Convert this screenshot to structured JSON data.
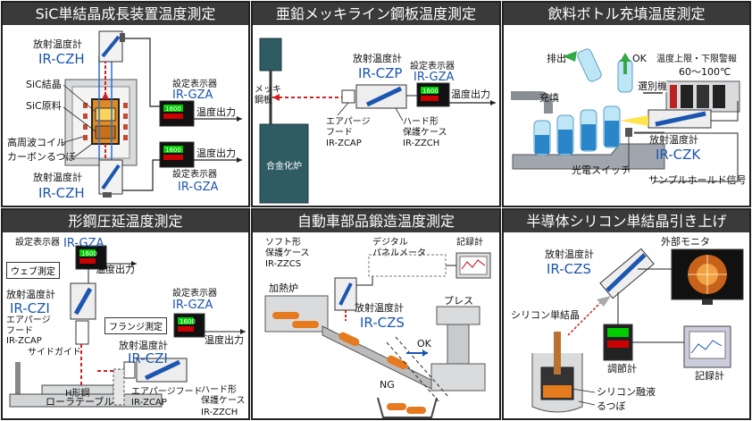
{
  "panels": {
    "sic": {
      "title": "SiC単結晶成長装置温度測定",
      "label_thermometer_top": "放射温度計",
      "model_top": "IR-CZH",
      "label_crystal": "SiC結晶",
      "label_raw": "SiC原料",
      "label_coil": "高周波コイル",
      "label_crucible": "カーボンるつぼ",
      "label_thermometer_bottom": "放射温度計",
      "model_bottom": "IR-CZH",
      "label_display_top": "設定表示器",
      "model_display_top": "IR-GZA",
      "label_display_bottom": "設定表示器",
      "model_display_bottom": "IR-GZA",
      "out_top": "温度出力",
      "out_bottom": "温度出力",
      "display_value": "1600"
    },
    "zinc": {
      "title": "亜鉛メッキライン鋼板温度測定",
      "label_thermometer": "放射温度計",
      "model": "IR-CZP",
      "label_display": "設定表示器",
      "model_display": "IR-GZA",
      "label_plate": "メッキ\n鋼板",
      "label_furnace": "合金化炉",
      "label_purge": "エアパージ\nフード",
      "model_purge": "IR-ZCAP",
      "label_case": "ハード形\n保護ケース",
      "model_case": "IR-ZZCH",
      "out": "温度出力",
      "display_value": "1600"
    },
    "bottle": {
      "title": "飲料ボトル充填温度測定",
      "label_reject": "排出",
      "label_ok": "OK",
      "label_alarm": "温度上限・下限警報",
      "label_range": "60～100℃",
      "label_fill": "充填",
      "label_sorter": "選別機",
      "label_thermometer": "放射温度計",
      "model": "IR-CZK",
      "label_switch": "光電スイッチ",
      "label_hold": "サンプルホールド信号"
    },
    "steel": {
      "title": "形鋼圧延温度測定",
      "label_display_top": "設定表示器",
      "model_display_top": "IR-GZA",
      "label_web": "ウェブ測定",
      "out_top": "温度出力",
      "label_thermometer_left": "放射温度計",
      "model_left": "IR-CZI",
      "label_purge_left": "エアパージ\nフード",
      "model_purge_left": "IR-ZCAP",
      "label_display_right": "設定表示器",
      "model_display_right": "IR-GZA",
      "label_flange": "フランジ測定",
      "out_right": "温度出力",
      "label_thermometer_right": "放射温度計",
      "model_right": "IR-CZI",
      "label_side_guide": "サイドガイド",
      "label_hbeam": "H形鋼",
      "label_roller": "ローラテーブル",
      "label_purge_bottom": "エアパージフード",
      "model_purge_bottom": "IR-ZCAP",
      "label_case": "ハード形\n保護ケース",
      "model_case": "IR-ZZCH",
      "display_value": "1600"
    },
    "forge": {
      "title": "自動車部品鍛造温度測定",
      "label_soft_case": "ソフト形\n保護ケース",
      "model_soft_case": "IR-ZZCS",
      "label_digital": "デジタル\nパネルメータ",
      "label_recorder": "記録計",
      "label_furnace": "加熱炉",
      "label_thermometer": "放射温度計",
      "model": "IR-CZS",
      "label_press": "プレス",
      "label_ok": "OK",
      "label_ng": "NG"
    },
    "semi": {
      "title": "半導体シリコン単結晶引き上げ",
      "label_thermometer": "放射温度計",
      "model": "IR-CZS",
      "label_monitor": "外部モニタ",
      "label_crystal": "シリコン単結晶",
      "label_controller": "調節計",
      "label_recorder": "記録計",
      "label_melt": "シリコン融液",
      "label_crucible": "るつぼ"
    }
  },
  "colors": {
    "accent": "#1c56b0",
    "title_bar": "#3a3a3a",
    "laser": "#d42020",
    "furnace": "#2f5b63"
  }
}
